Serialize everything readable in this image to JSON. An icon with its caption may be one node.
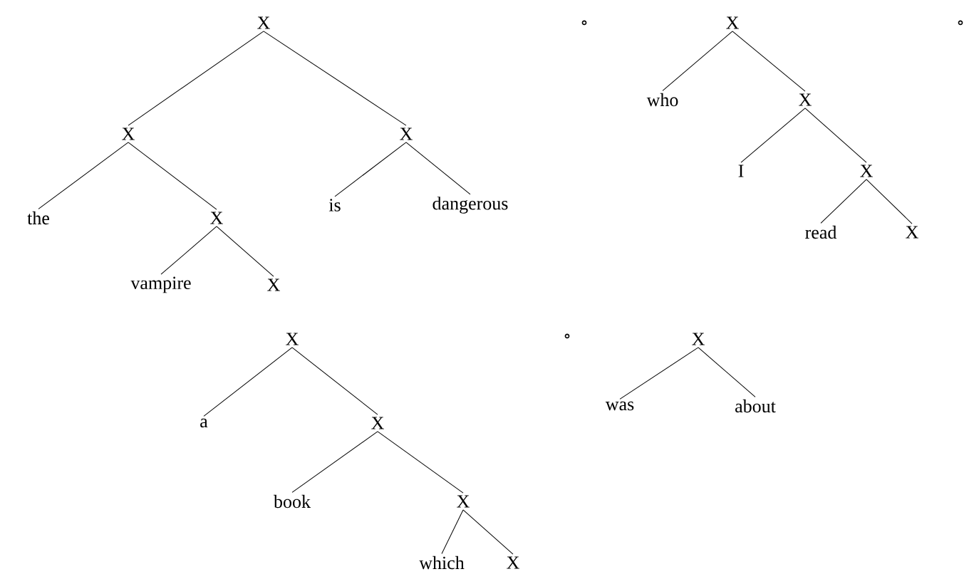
{
  "diagram": {
    "nodes": [
      {
        "text": [
          "X"
        ]
      },
      {
        "text": [
          "X"
        ]
      },
      {
        "text": [
          "X"
        ]
      },
      {
        "text": [
          "the"
        ]
      },
      {
        "text": [
          "X"
        ]
      },
      {
        "text": [
          "is"
        ]
      },
      {
        "text": [
          "dangerous"
        ]
      },
      {
        "text": [
          "vampire"
        ]
      },
      {
        "text": [
          "X"
        ]
      },
      {
        "text": [
          "X"
        ]
      },
      {
        "text": [
          "who"
        ]
      },
      {
        "text": [
          "X"
        ]
      },
      {
        "text": [
          "I"
        ]
      },
      {
        "text": [
          "X"
        ]
      },
      {
        "text": [
          "read"
        ]
      },
      {
        "text": [
          "X"
        ]
      },
      {
        "text": [
          "X"
        ]
      },
      {
        "text": [
          "a"
        ]
      },
      {
        "text": [
          "X"
        ]
      },
      {
        "text": [
          "book"
        ]
      },
      {
        "text": [
          "X"
        ]
      },
      {
        "text": [
          "which"
        ]
      },
      {
        "text": [
          "X"
        ]
      },
      {
        "text": [
          "X"
        ]
      },
      {
        "text": [
          "was"
        ]
      },
      {
        "text": [
          "about"
        ]
      }
    ],
    "edges": [
      {
        "from": 0,
        "to": 1,
        "arrow": "none"
      },
      {
        "from": 0,
        "to": 2,
        "arrow": "none"
      },
      {
        "from": 1,
        "to": 3,
        "arrow": "none"
      },
      {
        "from": 1,
        "to": 4,
        "arrow": "none"
      },
      {
        "from": 2,
        "to": 5,
        "arrow": "none"
      },
      {
        "from": 2,
        "to": 6,
        "arrow": "none"
      },
      {
        "from": 4,
        "to": 7,
        "arrow": "none"
      },
      {
        "from": 4,
        "to": 8,
        "arrow": "none"
      },
      {
        "from": 9,
        "to": 10,
        "arrow": "none"
      },
      {
        "from": 9,
        "to": 11,
        "arrow": "none"
      },
      {
        "from": 11,
        "to": 12,
        "arrow": "none"
      },
      {
        "from": 11,
        "to": 13,
        "arrow": "none"
      },
      {
        "from": 13,
        "to": 14,
        "arrow": "none"
      },
      {
        "from": 13,
        "to": 15,
        "arrow": "none"
      },
      {
        "from": 16,
        "to": 17,
        "arrow": "none"
      },
      {
        "from": 16,
        "to": 18,
        "arrow": "none"
      },
      {
        "from": 18,
        "to": 19,
        "arrow": "none"
      },
      {
        "from": 18,
        "to": 20,
        "arrow": "none"
      },
      {
        "from": 20,
        "to": 21,
        "arrow": "none"
      },
      {
        "from": 20,
        "to": 22,
        "arrow": "none"
      },
      {
        "from": 23,
        "to": 24,
        "arrow": "none"
      },
      {
        "from": 23,
        "to": 25,
        "arrow": "none"
      }
    ],
    "labels": [
      "∘",
      "∘",
      "∘"
    ]
  }
}
